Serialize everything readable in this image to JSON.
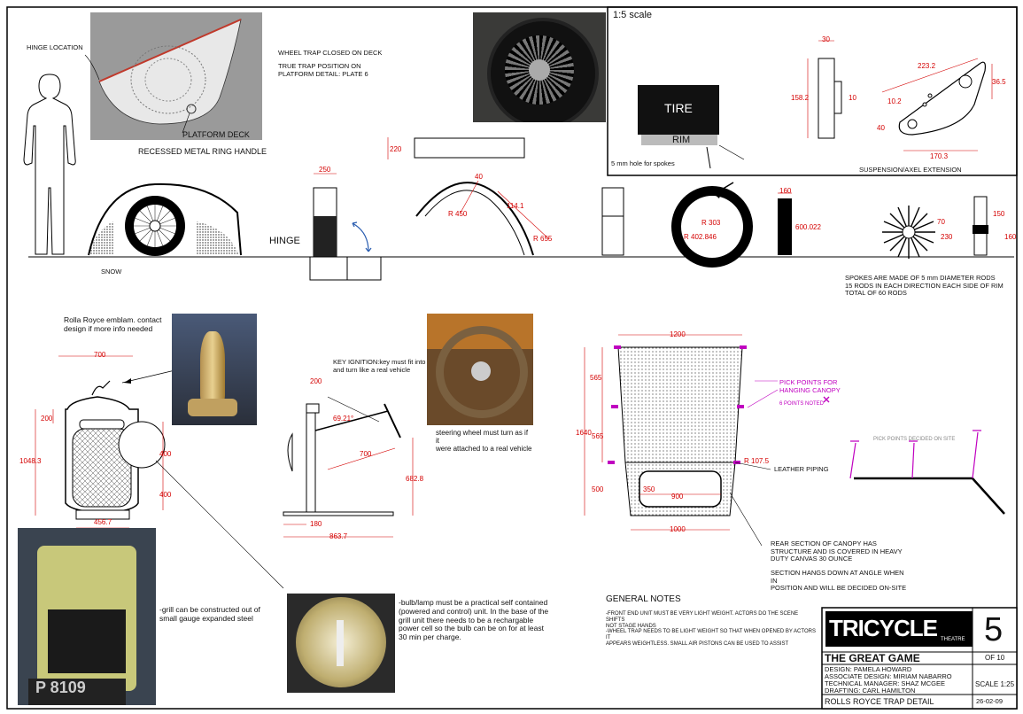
{
  "scale_box": {
    "title": "1:5 scale",
    "tire": "TIRE",
    "rim": "RIM",
    "spoke_hole": "5 mm hole for spokes",
    "caption": "SUSPENSION/AXEL EXTENSION",
    "dims": {
      "w30": "30",
      "h158": "158.2",
      "d10": "10",
      "len223": "223.2",
      "h36": "36.5",
      "r10": "10.2",
      "h40": "40",
      "w170": "170.3"
    }
  },
  "top_left": {
    "hinge_location": "HINGE LOCATION",
    "trap_closed": "WHEEL TRAP CLOSED ON DECK",
    "true_position": "TRUE TRAP POSITION ON\nPLATFORM DETAIL: PLATE 6",
    "platform_deck": "PLATFORM DECK",
    "ring_handle": "RECESSED METAL RING HANDLE"
  },
  "elevation": {
    "snow": "SNOW",
    "hinge": "HINGE",
    "dims": {
      "w250": "250",
      "h220": "220",
      "a40": "40",
      "r450": "R 450",
      "d114": "114.1",
      "r655": "R 655",
      "r303": "R 303",
      "r402": "R 402.846",
      "w160": "160",
      "h600": "600.022",
      "d70": "70",
      "d230": "230",
      "d150": "150",
      "d160": "160"
    },
    "spokes_note": "SPOKES ARE MADE OF 5 mm DIAMETER RODS\n15 RODS IN EACH DIRECTION EACH SIDE OF RIM\nTOTAL OF 60 RODS"
  },
  "front_unit": {
    "emblem_note": "Rolla Royce emblam. contact\ndesign if more info needed",
    "dims": {
      "w700": "700",
      "h200": "200",
      "h1048": "1048.3",
      "d400a": "400",
      "d400b": "400",
      "w456": "456.7"
    },
    "grill_note": "-grill can be constructed out of\nsmall gauge expanded steel",
    "bulb_note": "-bulb/lamp must be a practical self contained\n(powered and control) unit. In the base of the\ngrill unit there needs to be a rechargable\npower cell so the bulb can be on for at least\n30 min per charge.",
    "plate": "P 8109"
  },
  "steering": {
    "key_note": "KEY IGNITION:key must fit into\nand turn like a real vehicle",
    "wheel_note": "steering wheel must turn as if it\nwere attached to a real vehicle",
    "dims": {
      "h200": "200",
      "angle": "69.21°",
      "w700": "700",
      "h682": "682.8",
      "w180": "180",
      "w863": "863.7"
    }
  },
  "canopy": {
    "dims": {
      "w1200": "1200",
      "h565a": "565",
      "h1640": "1640",
      "h565b": "565",
      "h500": "500",
      "w350": "350",
      "w900": "900",
      "w1000": "1000",
      "r107": "R 107.5"
    },
    "pick_points": "PICK POINTS FOR\nHANGING CANOPY",
    "points_noted": "6 POINTS NOTED",
    "leather": "LEATHER PIPING",
    "rear_note": "REAR SECTION OF CANOPY HAS\nSTRUCTURE AND IS COVERED IN HEAVY\nDUTY CANVAS 30 OUNCE",
    "hang_note": "SECTION HANGS DOWN AT ANGLE WHEN IN\nPOSITION AND WILL BE DECIDED ON-SITE",
    "onsite": "PICK POINTS DECIDED ON SITE"
  },
  "general_notes": {
    "title": "GENERAL NOTES",
    "note1": "-FRONT END UNIT MUST BE VERY LIGHT WEIGHT. ACTORS DO THE SCENE SHIFTS\nNOT STAGE HANDS",
    "note2": "-WHEEL TRAP NEEDS TO BE LIGHT WEIGHT SO THAT WHEN OPENED BY ACTORS IT\nAPPEARS WEIGHTLESS. SMALL AIR PISTONS CAN BE USED TO ASSIST"
  },
  "title_block": {
    "logo_text": "TRICYCLE",
    "theatre": "THEATRE",
    "sheet_no": "5",
    "of": "OF 10",
    "show": "THE GREAT GAME",
    "design": "DESIGN: PAMELA HOWARD",
    "assoc": "ASSOCIATE DESIGN: MIRIAM NABARRO",
    "tech": "TECHNICAL MANAGER: SHAZ MCGEE",
    "drafting": "DRAFTING:  CARL HAMILTON",
    "scale": "SCALE 1:25",
    "drawing": "ROLLS ROYCE TRAP DETAIL",
    "date": "26-02-09"
  },
  "colors": {
    "dim": "#d40000",
    "pick": "#c000c0",
    "brand_bg": "#000000"
  }
}
